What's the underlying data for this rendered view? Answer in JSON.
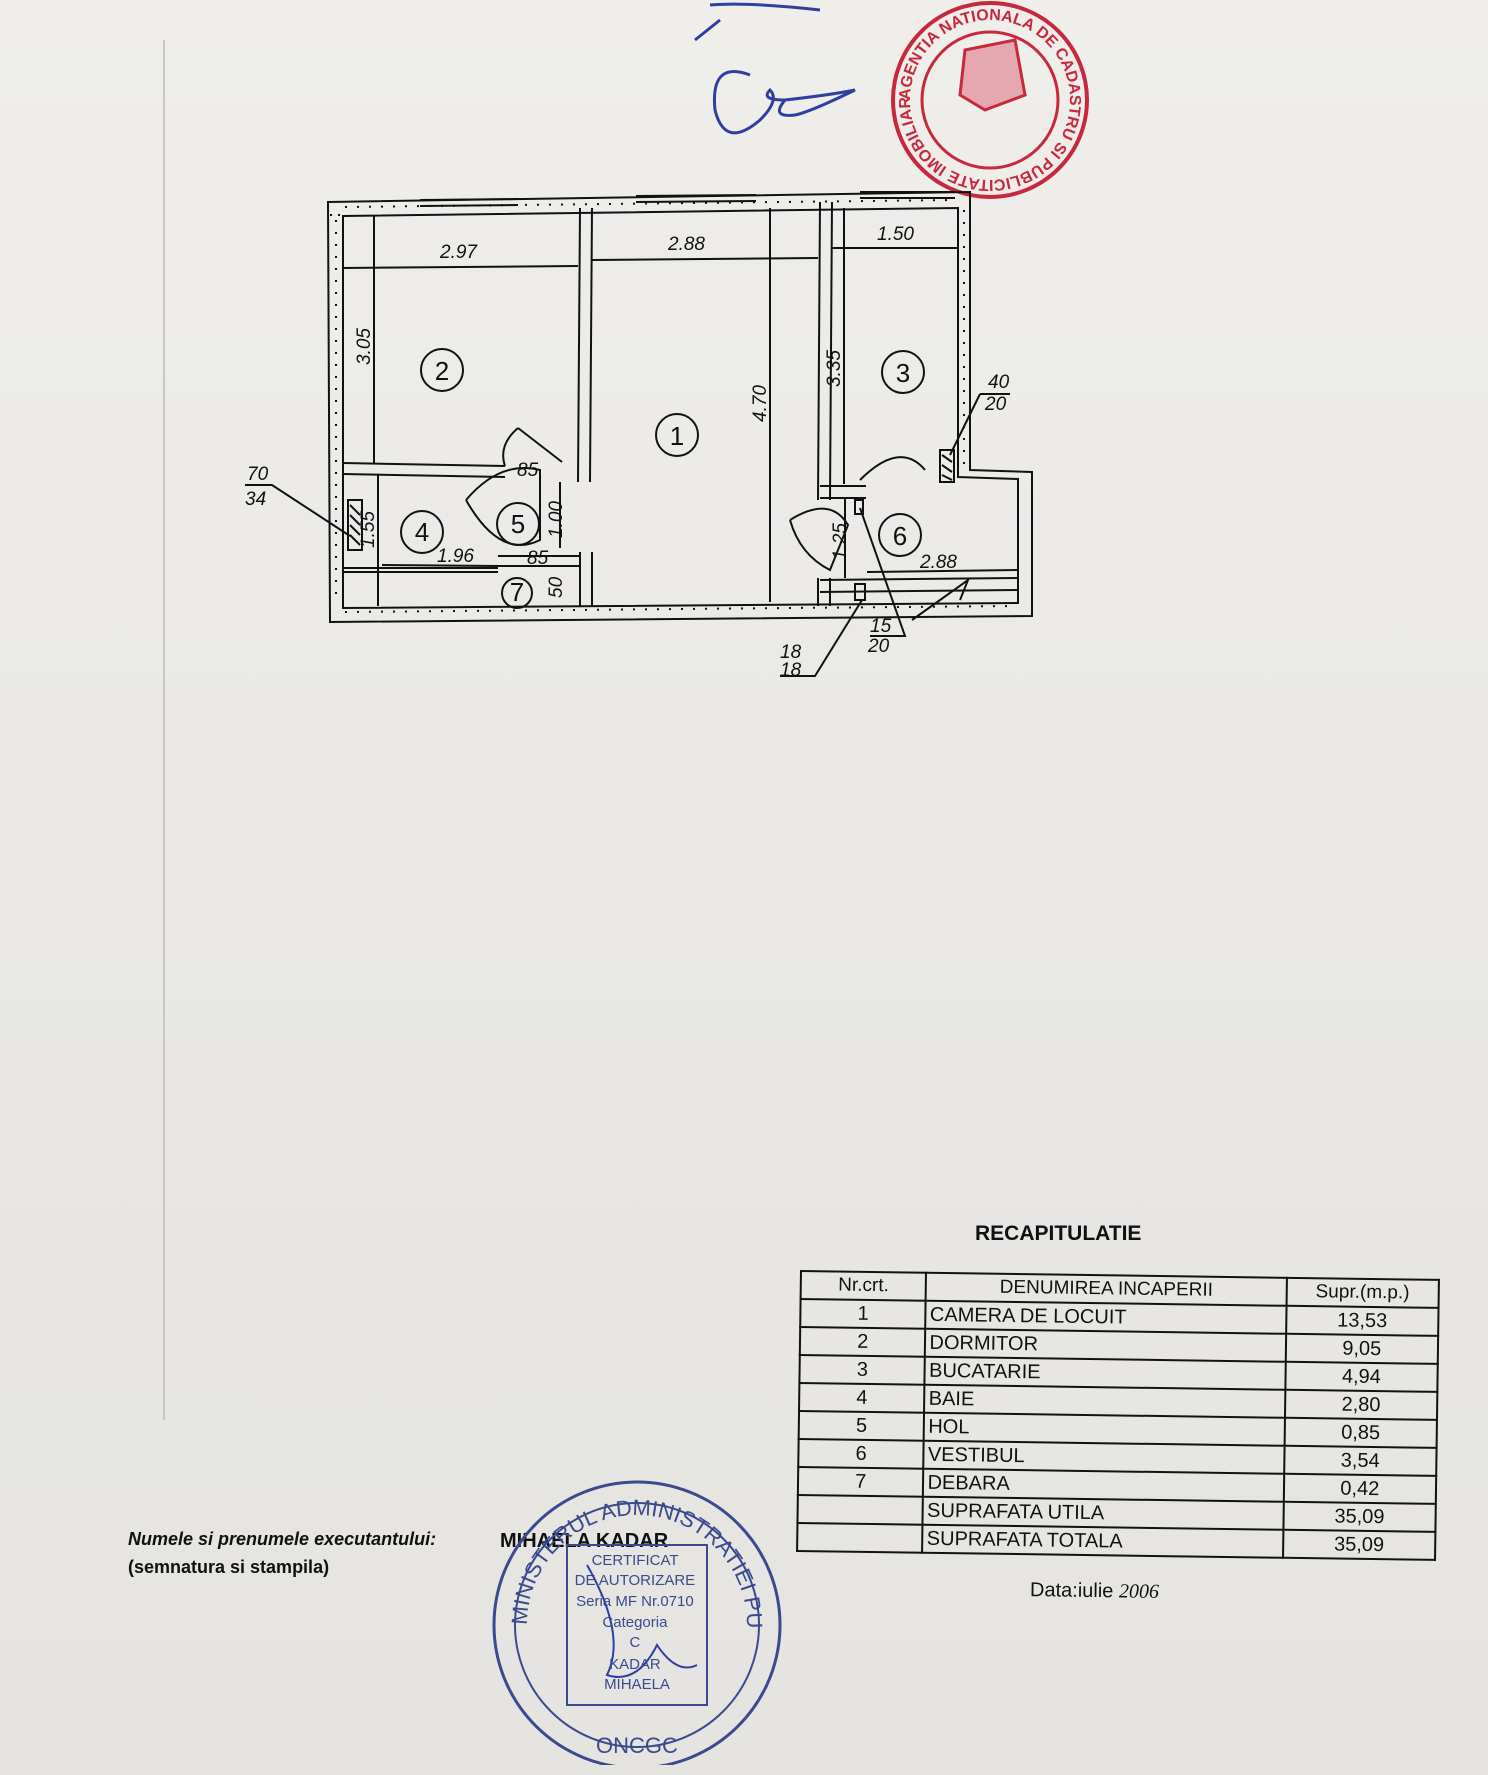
{
  "plan": {
    "room_numbers": [
      "1",
      "2",
      "3",
      "4",
      "5",
      "6",
      "7"
    ],
    "dimensions": {
      "d_297": "2.97",
      "d_288_top": "2.88",
      "d_150": "1.50",
      "d_305": "3.05",
      "d_470": "4.70",
      "d_335": "3.35",
      "d_85_top": "85",
      "d_100": "1.00",
      "d_155": "1.55",
      "d_196": "1.96",
      "d_85_low": "85",
      "d_50": "50",
      "d_125": "1.25",
      "d_288_bottom": "2.88"
    },
    "ducts": {
      "left_num": "70",
      "left_den": "34",
      "right_num": "40",
      "right_den": "20",
      "bottom_a_num": "18",
      "bottom_a_den": "18",
      "bottom_b_num": "15",
      "bottom_b_den": "20"
    }
  },
  "recap": {
    "title": "RECAPITULATIE",
    "headers": {
      "nr": "Nr.crt.",
      "name": "DENUMIREA INCAPERII",
      "area": "Supr.(m.p.)"
    },
    "rows": [
      {
        "nr": "1",
        "name": "CAMERA DE LOCUIT",
        "area": "13,53"
      },
      {
        "nr": "2",
        "name": "DORMITOR",
        "area": "9,05"
      },
      {
        "nr": "3",
        "name": "BUCATARIE",
        "area": "4,94"
      },
      {
        "nr": "4",
        "name": "BAIE",
        "area": "2,80"
      },
      {
        "nr": "5",
        "name": "HOL",
        "area": "0,85"
      },
      {
        "nr": "6",
        "name": "VESTIBUL",
        "area": "3,54"
      },
      {
        "nr": "7",
        "name": "DEBARA",
        "area": "0,42"
      },
      {
        "nr": "",
        "name": "SUPRAFATA UTILA",
        "area": "35,09"
      },
      {
        "nr": "",
        "name": "SUPRAFATA TOTALA",
        "area": "35,09"
      }
    ],
    "date_label": "Data:iulie",
    "date_year": "2006"
  },
  "executant": {
    "label_line1": "Numele si prenumele executantului:",
    "label_line2": "(semnatura si stampila)",
    "name": "MIHAELA KADAR"
  },
  "stamps": {
    "blue_ring_top": "MINISTERUL ADMINISTRATIEI PUBLICE",
    "blue_bottom": "ONCGC",
    "blue_inner": [
      "CERTIFICAT",
      "DE AUTORIZARE",
      "Seria MF Nr.0710",
      "Categoria",
      "C",
      "KADAR",
      "MIHAELA"
    ],
    "red_text": "AGENTIA NATIONALA DE CADASTRU SI PUBLICITATE IMOBILIARA"
  },
  "colors": {
    "paper": "#ecebe8",
    "ink": "#111111",
    "stamp_blue": "#3a4a8c",
    "stamp_red": "#c8283c",
    "signature_blue": "#2e3fa0"
  }
}
